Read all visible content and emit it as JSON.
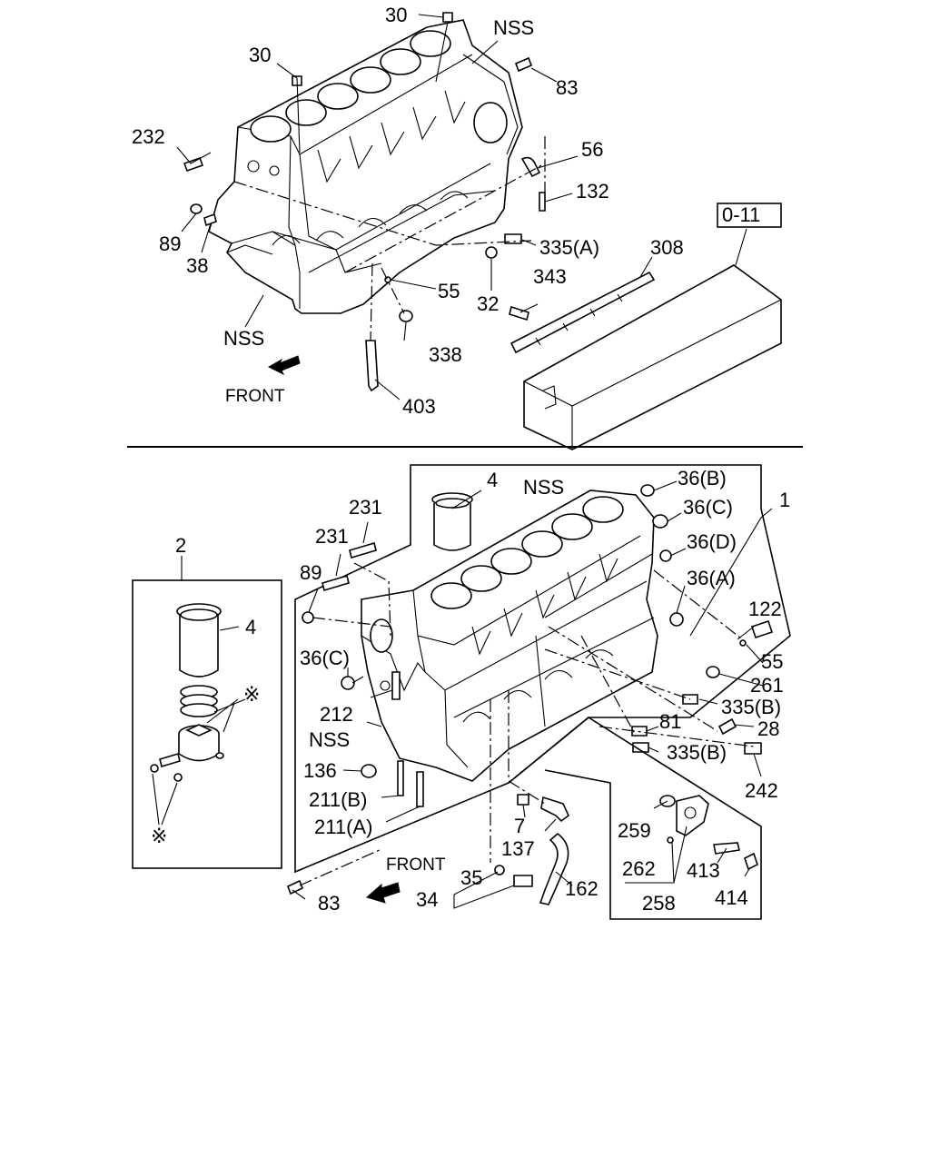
{
  "top": {
    "labels": {
      "p30a": "30",
      "p30b": "30",
      "nss1": "NSS",
      "p83": "83",
      "p232": "232",
      "p56": "56",
      "p132": "132",
      "ref011": "0-11",
      "p89": "89",
      "p38": "38",
      "p335a": "335(A)",
      "p308": "308",
      "p343": "343",
      "p55": "55",
      "p32": "32",
      "nss2": "NSS",
      "p338": "338",
      "front": "FRONT",
      "p403": "403"
    }
  },
  "bottom": {
    "labels": {
      "p4a": "4",
      "nss3": "NSS",
      "p36b": "36(B)",
      "p36c_r": "36(C)",
      "p1": "1",
      "p231a": "231",
      "p231b": "231",
      "p36d": "36(D)",
      "p2": "2",
      "p89": "89",
      "p36a": "36(A)",
      "p122": "122",
      "p4b": "4",
      "p55": "55",
      "p36c_l": "36(C)",
      "star1": "※",
      "p261": "261",
      "p212": "212",
      "p335b1": "335(B)",
      "nss4": "NSS",
      "p81": "81",
      "p28": "28",
      "p335b2": "335(B)",
      "p136": "136",
      "p242": "242",
      "p211b": "211(B)",
      "p211a": "211(A)",
      "p7": "7",
      "p259": "259",
      "star2": "※",
      "p137": "137",
      "front": "FRONT",
      "p262": "262",
      "p413": "413",
      "p35": "35",
      "p162": "162",
      "p34": "34",
      "p258": "258",
      "p414": "414",
      "p83": "83"
    }
  }
}
